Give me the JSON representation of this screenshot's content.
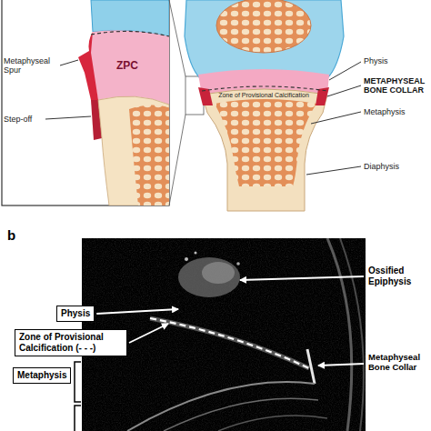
{
  "diagram": {
    "nodes": [
      {
        "text": [
          "Physis"
        ]
      },
      {
        "text": [
          "Zone of Provisional Calcification (- - -)"
        ]
      },
      {
        "text": [
          "Metaphysis"
        ]
      }
    ],
    "labels": [
      "Metaphyseal Spur",
      "Step-off",
      "ZPC",
      "Physis",
      "Zone of Provisional Calcification",
      "METAPHYSEAL BONE COLLAR",
      "Metaphysis",
      "Diaphysis",
      "b",
      "Ossified Epiphysis",
      "Metaphyseal Bone Collar"
    ]
  }
}
